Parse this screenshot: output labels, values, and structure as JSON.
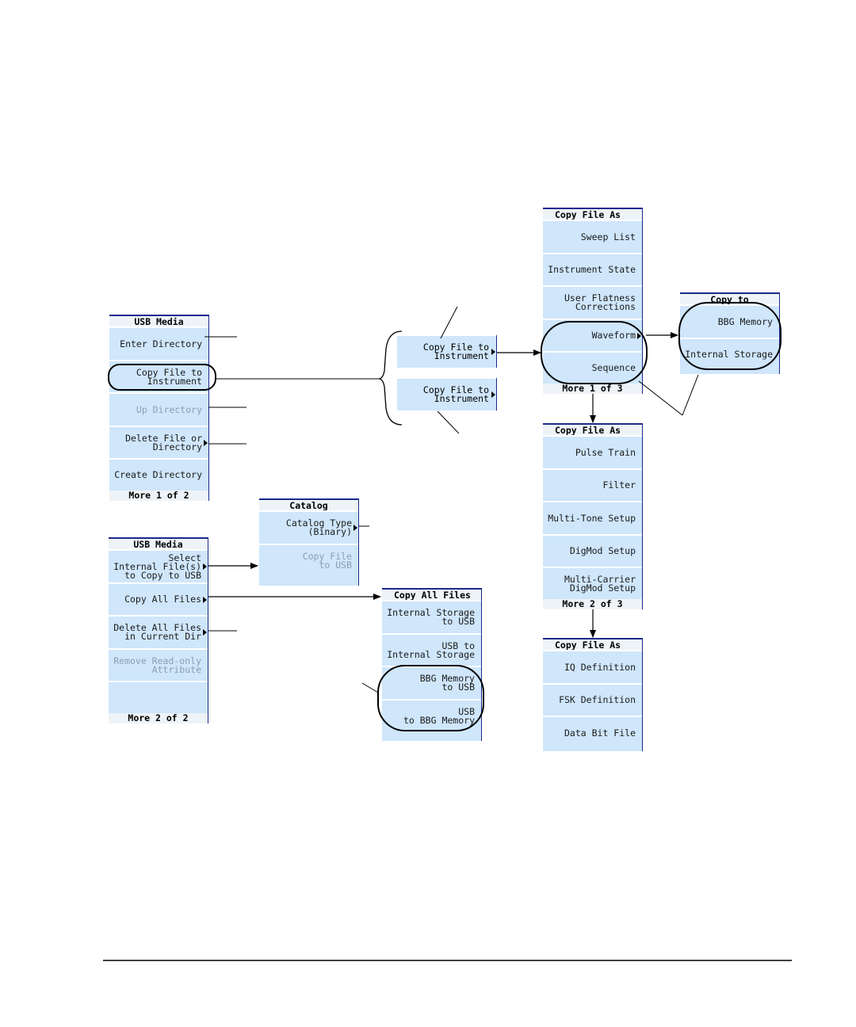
{
  "usb_media_1": {
    "title": "USB Media",
    "keys": [
      "Enter Directory",
      [
        "Copy File to",
        "Instrument"
      ],
      "Up Directory",
      [
        "Delete File or",
        "Directory"
      ],
      "Create Directory"
    ],
    "footer": "More 1 of 2"
  },
  "usb_media_2": {
    "title": "USB Media",
    "keys": [
      [
        "Select",
        "Internal File(s)",
        "to Copy to USB"
      ],
      "Copy All Files",
      [
        "Delete All Files",
        "in Current Dir"
      ],
      [
        "Remove Read-only",
        "Attribute"
      ]
    ],
    "footer": "More 2 of 2"
  },
  "catalog": {
    "title": "Catalog",
    "keys": [
      [
        "Catalog Type",
        "(Binary)"
      ],
      [
        "Copy File",
        "to USB"
      ]
    ]
  },
  "copy_all_files": {
    "title": "Copy All Files",
    "keys": [
      [
        "Internal Storage",
        "to USB"
      ],
      [
        "USB to",
        "Internal Storage"
      ],
      [
        "BBG Memory",
        "to USB"
      ],
      [
        "USB",
        "to BBG Memory"
      ]
    ]
  },
  "copy_file_to_instrument_a": [
    "Copy File to",
    "Instrument"
  ],
  "copy_file_to_instrument_b": [
    "Copy File to",
    "Instrument"
  ],
  "copy_file_as_1": {
    "title": "Copy File As",
    "keys": [
      "Sweep List",
      "Instrument State",
      [
        "User Flatness",
        "Corrections"
      ],
      "Waveform",
      "Sequence"
    ],
    "footer": "More 1 of 3"
  },
  "copy_file_as_2": {
    "title": "Copy File As",
    "keys": [
      "Pulse Train",
      "Filter",
      "Multi-Tone Setup",
      "DigMod Setup",
      [
        "Multi-Carrier",
        "DigMod Setup"
      ]
    ],
    "footer": "More 2 of 3"
  },
  "copy_file_as_3": {
    "title": "Copy File As",
    "keys": [
      "IQ Definition",
      "FSK Definition",
      "Data Bit File"
    ]
  },
  "copy_to": {
    "title": "Copy to",
    "keys": [
      "BBG Memory",
      "Internal Storage"
    ]
  }
}
